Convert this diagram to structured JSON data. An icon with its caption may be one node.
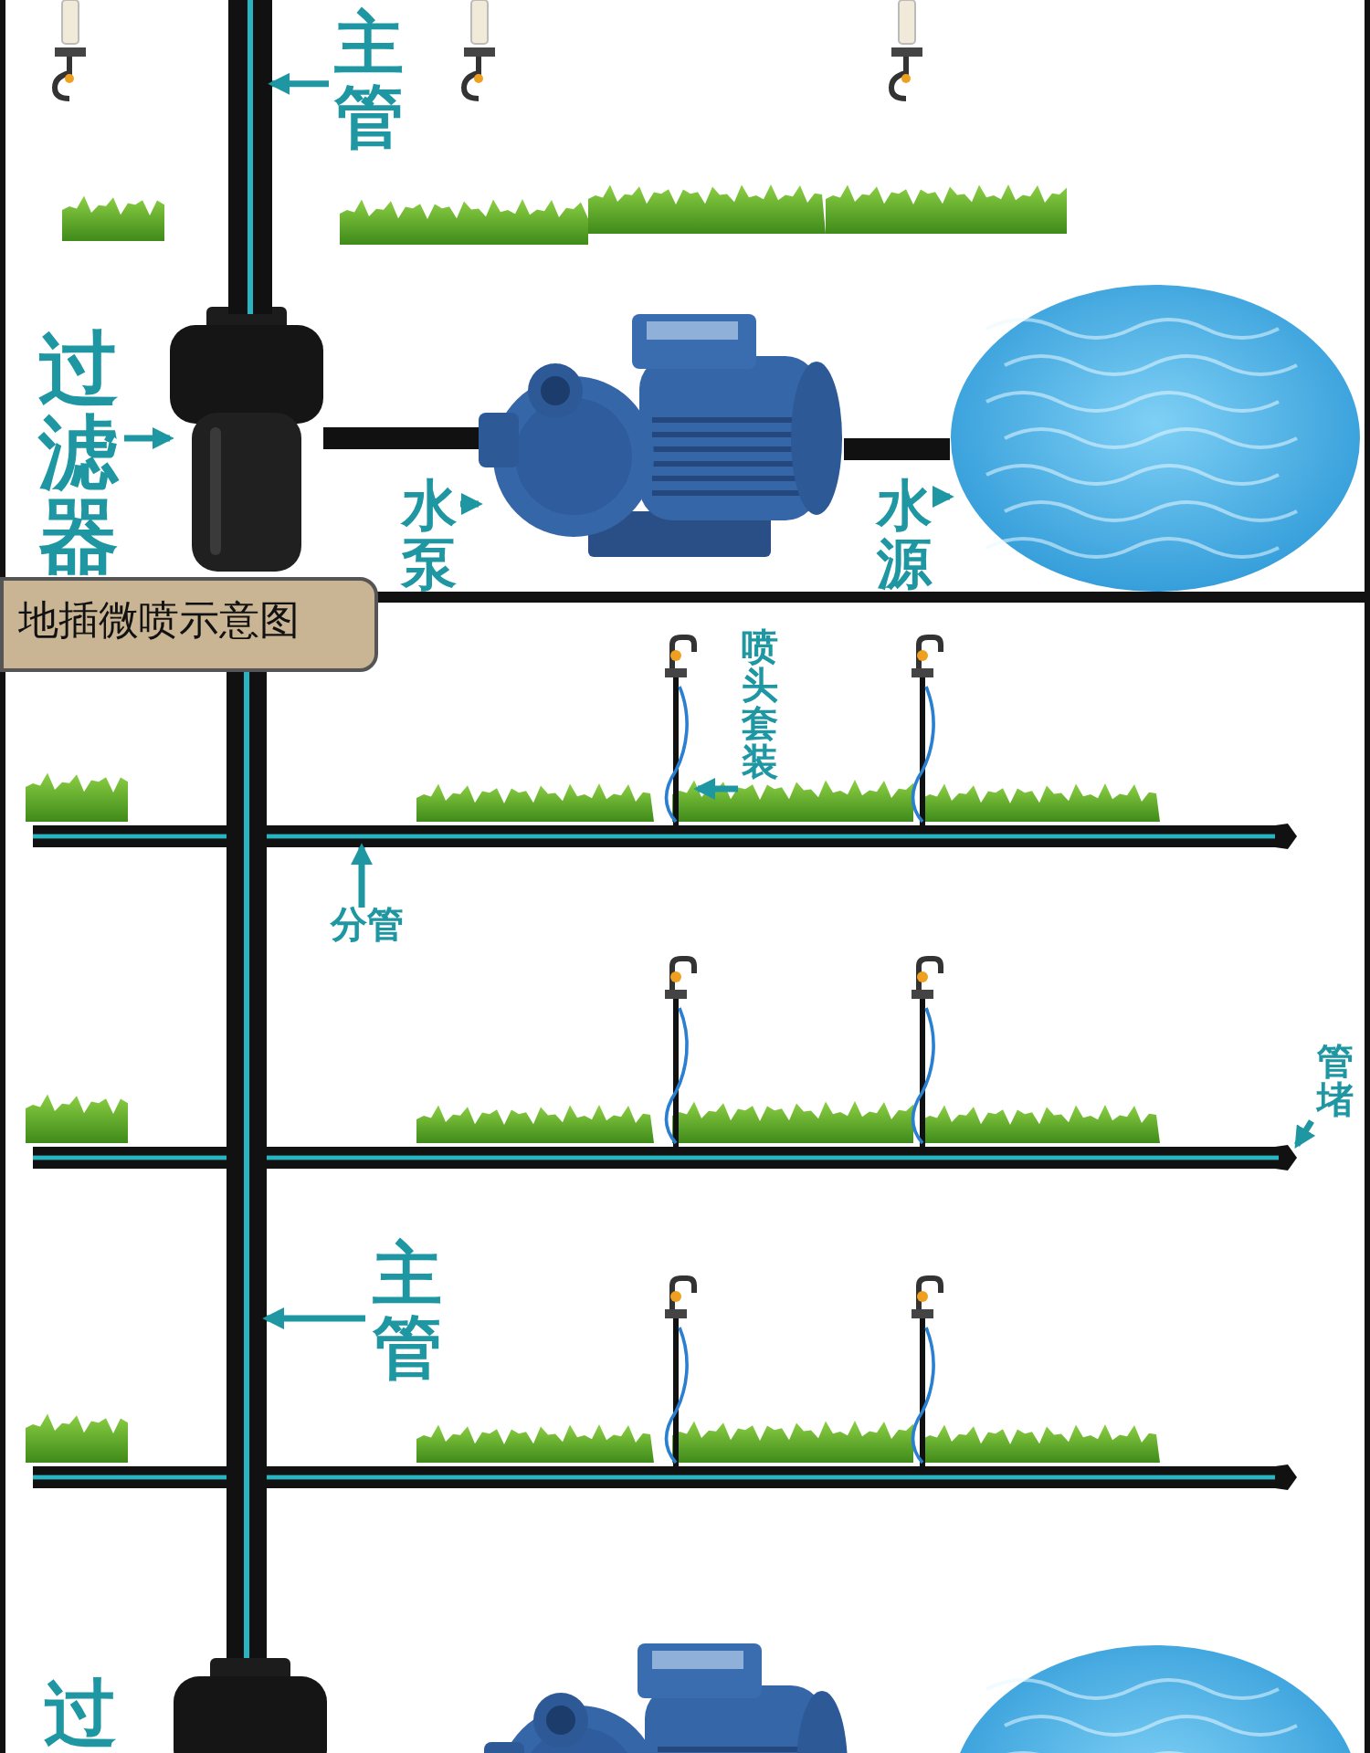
{
  "diagram": {
    "nodes": [
      {
        "text": [
          "主管"
        ]
      },
      {
        "text": [],
        "shape": "bar"
      },
      {
        "text": [
          "过滤器"
        ]
      },
      {
        "text": [],
        "shape": "cylinder"
      },
      {
        "text": [
          "水泵"
        ]
      },
      {
        "text": [],
        "shape": "picture"
      },
      {
        "text": [
          "水源"
        ]
      },
      {
        "text": [],
        "shape": "picture"
      },
      {
        "text": [
          "地插微喷示意图"
        ]
      },
      {
        "text": [
          "喷头套装"
        ]
      },
      {
        "text": [],
        "shape": "picture"
      },
      {
        "text": [
          "分管"
        ]
      },
      {
        "text": [],
        "shape": "bar"
      },
      {
        "text": [
          "管堵"
        ]
      },
      {
        "text": [],
        "shape": "box"
      },
      {
        "text": [
          "主管"
        ]
      },
      {
        "text": [],
        "shape": "bar"
      },
      {
        "text": [],
        "shape": "box"
      },
      {
        "text": [],
        "shape": "bar"
      },
      {
        "text": [],
        "shape": "bar"
      },
      {
        "text": [],
        "shape": "box"
      },
      {
        "text": [],
        "shape": "picture"
      },
      {
        "text": [],
        "shape": "picture"
      },
      {
        "text": [],
        "shape": "picture"
      },
      {
        "text": [],
        "shape": "picture"
      },
      {
        "text": [],
        "shape": "picture"
      },
      {
        "text": [],
        "shape": "cylinder"
      },
      {
        "text": [],
        "shape": "picture"
      },
      {
        "text": [],
        "shape": "picture"
      }
    ],
    "edges": [
      {
        "from": 0,
        "to": 1,
        "arrow": "to"
      },
      {
        "from": 2,
        "to": 3,
        "arrow": "to"
      },
      {
        "from": 4,
        "to": 5,
        "arrow": "to"
      },
      {
        "from": 6,
        "to": 7,
        "arrow": "to"
      },
      {
        "from": 7,
        "to": 5,
        "arrow": "none",
        "style": "thick",
        "color": "#111111"
      },
      {
        "from": 5,
        "to": 3,
        "arrow": "none",
        "style": "thick",
        "color": "#111111"
      },
      {
        "from": 9,
        "to": 10,
        "arrow": "to"
      },
      {
        "from": 11,
        "to": 12,
        "arrow": "to"
      },
      {
        "from": 13,
        "to": 17,
        "arrow": "to"
      },
      {
        "from": 15,
        "to": 16,
        "arrow": "to"
      }
    ],
    "labels": [
      "过"
    ]
  }
}
